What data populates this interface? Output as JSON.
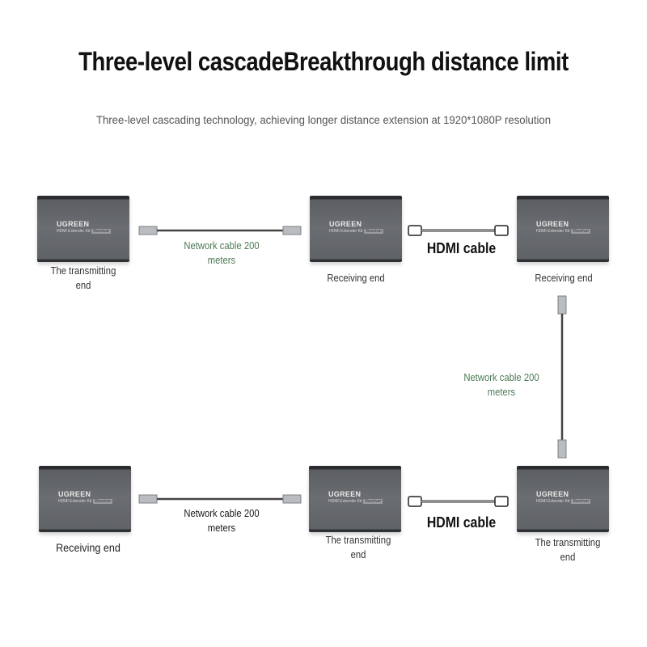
{
  "title": "Three-level cascadeBreakthrough distance limit",
  "subtitle": "Three-level cascading technology, achieving longer distance extension at 1920*1080P resolution",
  "device": {
    "brand": "UGREEN",
    "model": "HDMI Extender Kit",
    "tag": "Receiver"
  },
  "row1": {
    "left_label": [
      "The transmitting",
      "end"
    ],
    "network_label": [
      "Network cable 200",
      "meters"
    ],
    "middle_label": "Receiving end",
    "hdmi_label": "HDMI cable",
    "right_label": "Receiving end"
  },
  "vertical": {
    "network_label": [
      "Network cable 200",
      "meters"
    ]
  },
  "row2": {
    "left_label": "Receiving end",
    "network_label": [
      "Network cable 200",
      "meters"
    ],
    "middle_label": [
      "The transmitting",
      "end"
    ],
    "hdmi_label": "HDMI cable",
    "right_label": [
      "The transmitting",
      "end"
    ]
  },
  "colors": {
    "network_label_top": "#4c7a55",
    "device_body": "#65686c",
    "title": "#111111"
  }
}
